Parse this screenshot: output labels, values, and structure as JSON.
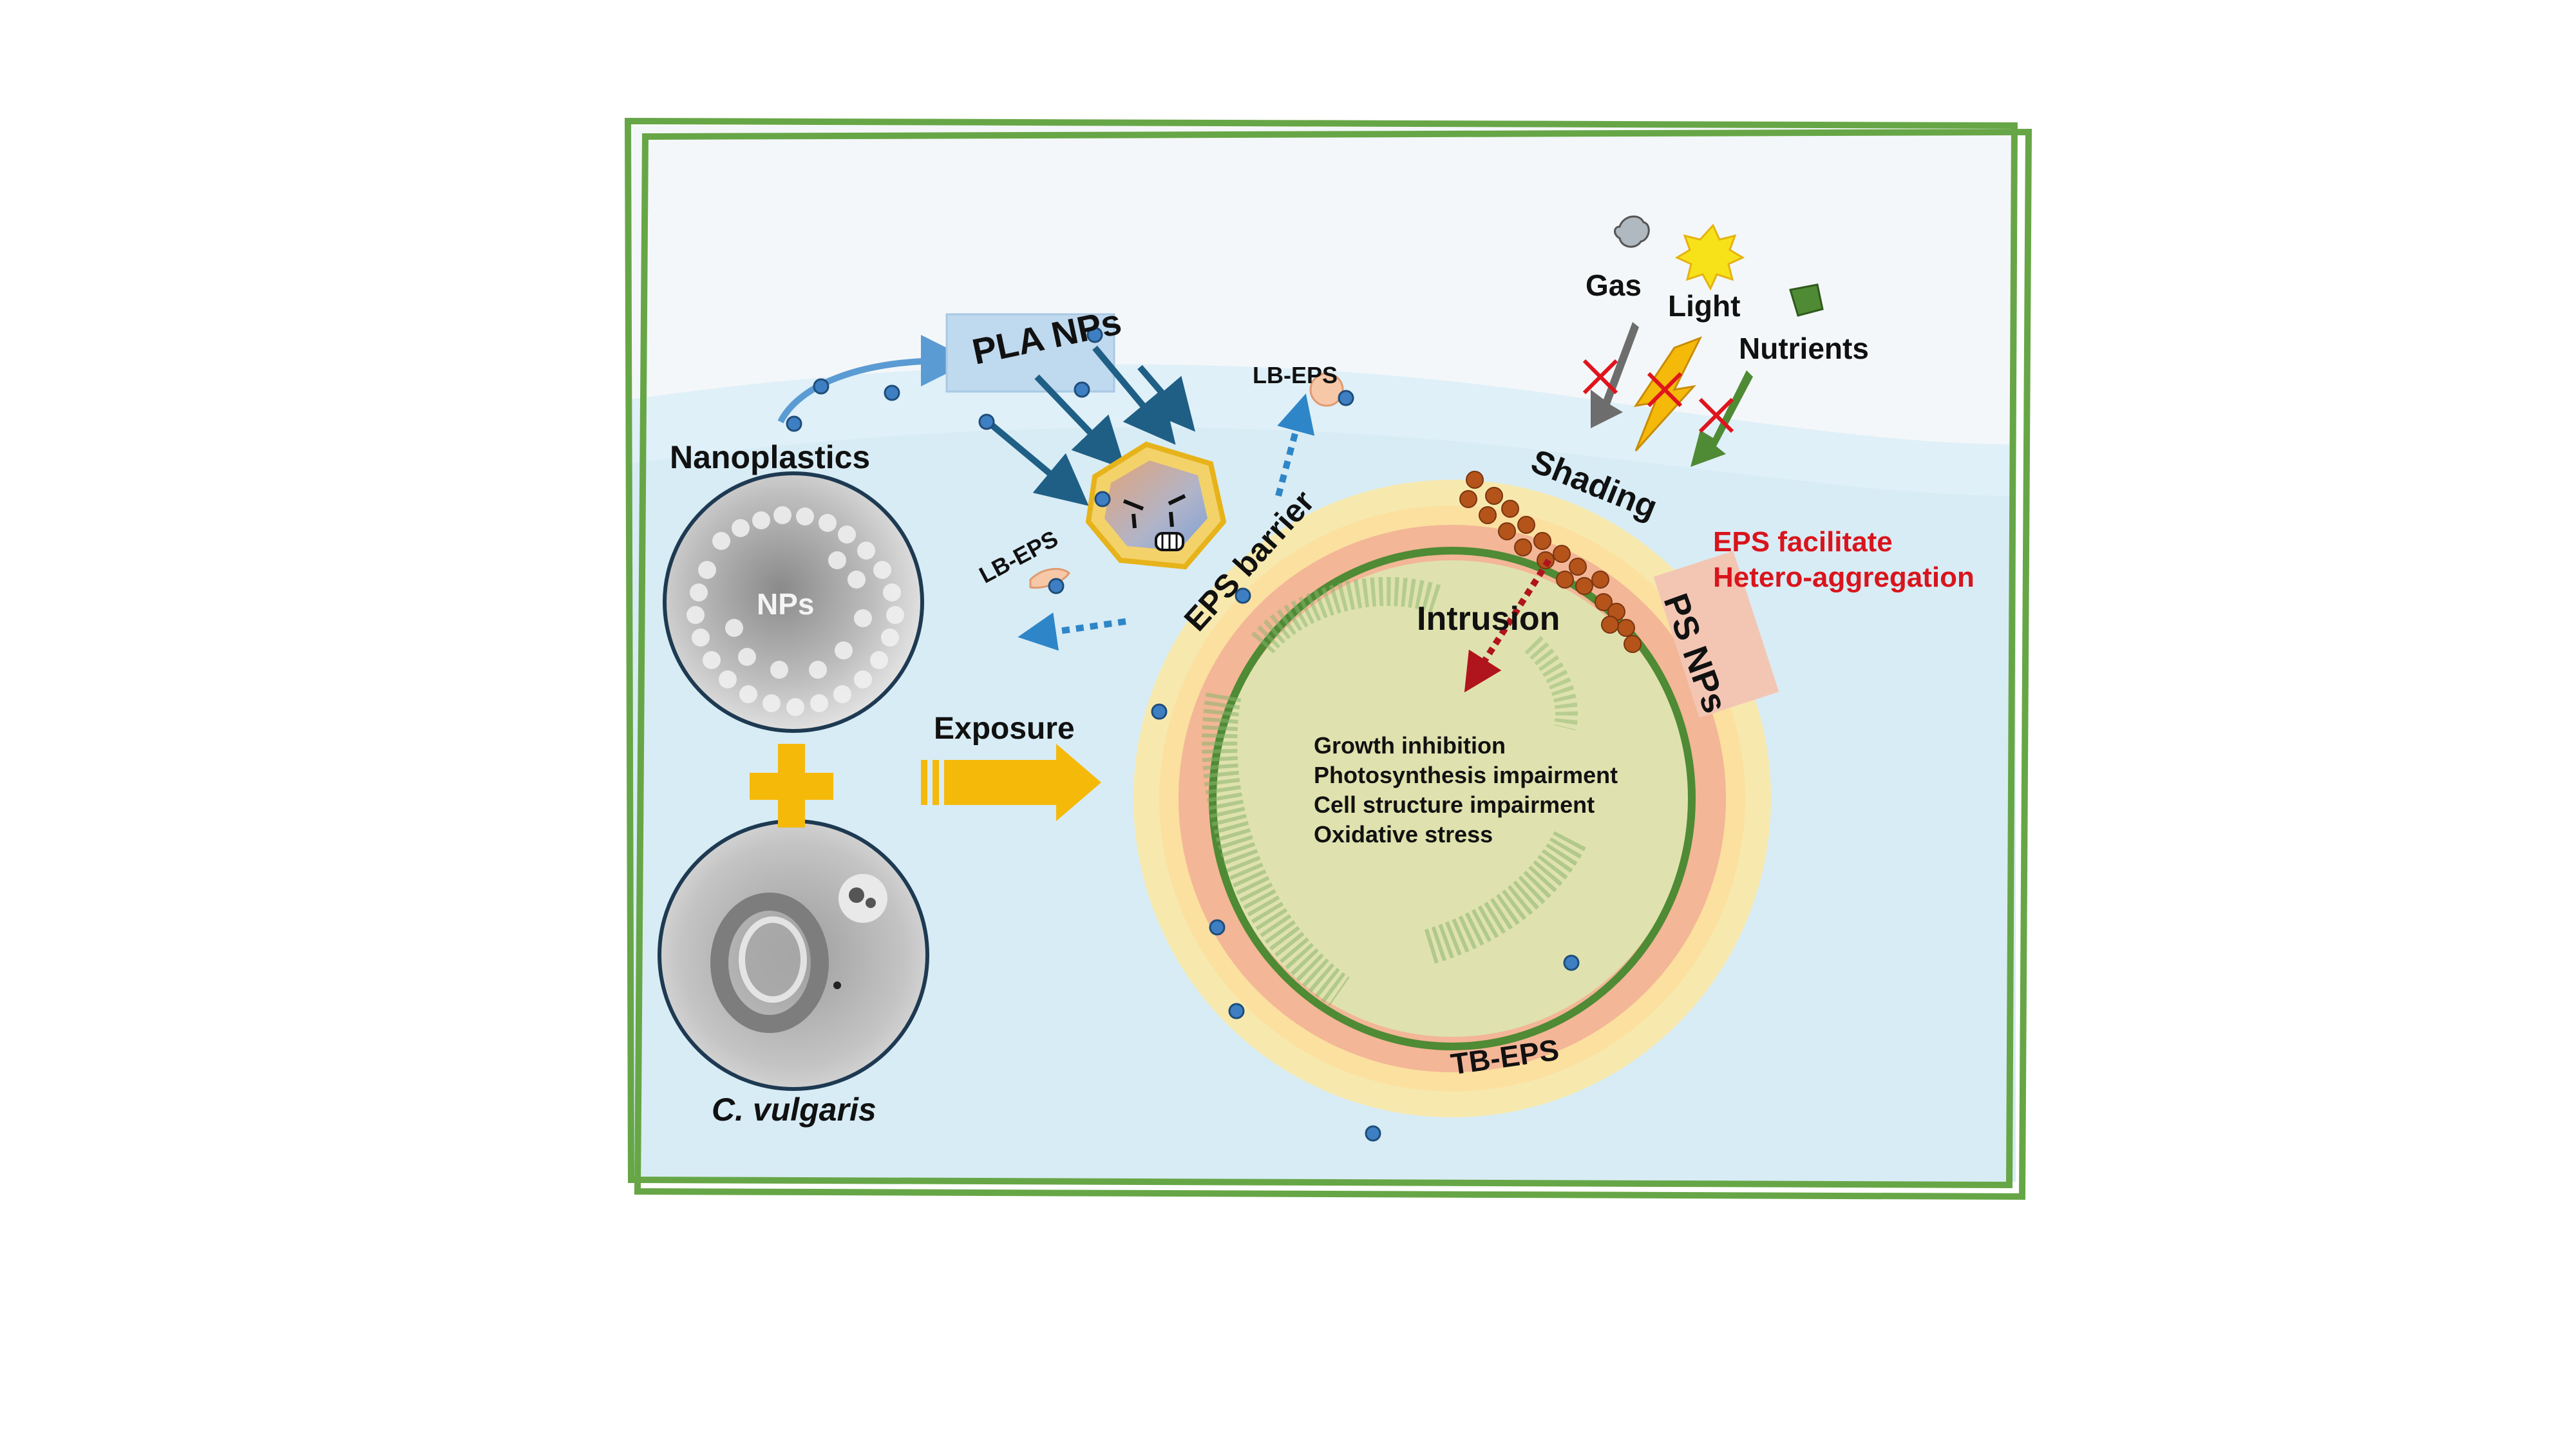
{
  "labels": {
    "nanoplastics": "Nanoplastics",
    "nps_micro": "NPs",
    "c_vulgaris": "C. vulgaris",
    "exposure": "Exposure",
    "pla_nps": "PLA NPs",
    "lb_eps_top": "LB-EPS",
    "lb_eps_left": "LB-EPS",
    "eps_barrier": "EPS barrier",
    "intrusion": "Intrusion",
    "tb_eps": "TB-EPS",
    "gas": "Gas",
    "light": "Light",
    "nutrients": "Nutrients",
    "shading": "Shading",
    "eps_facilitate_line1": "EPS facilitate",
    "eps_facilitate_line2": "Hetero-aggregation",
    "ps_nps": "PS NPs"
  },
  "effects": [
    "Growth inhibition",
    "Photosynthesis impairment",
    "Cell structure impairment",
    "Oxidative stress"
  ],
  "icons": {
    "gas": "gas-bubble-icon",
    "light": "sun-icon",
    "nutrients": "nutrient-leaf-icon",
    "blocked": "red-cross-icon",
    "pla_particle": "angry-shield-particle-icon",
    "plus": "plus-icon",
    "exposure_arrow": "block-arrow-icon"
  },
  "colors": {
    "frame_green": "#67a646",
    "water_blue": "#dff0f8",
    "air": "#f4f7f9",
    "pla_box": "#bfd9ee",
    "ps_box": "#f3c6b4",
    "eps_outer": "#fbe9a6",
    "eps_inner": "#f3b696",
    "cell_fill": "#dfe2ae",
    "cell_wall": "#4f8a34",
    "np_particle": "#3d7fc2",
    "ps_particle": "#b4541a",
    "exposure_arrow": "#f5b90a",
    "red_text": "#d9141c"
  }
}
